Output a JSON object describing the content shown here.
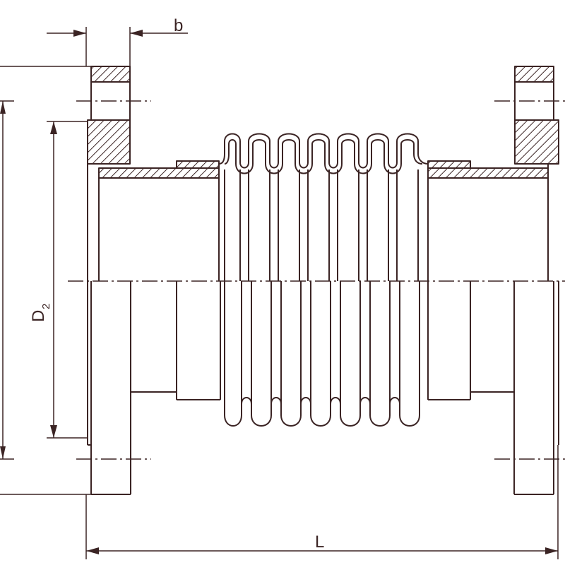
{
  "drawing": {
    "line_color": "#3b2424",
    "background": "#ffffff",
    "hatch_color": "#3b2424"
  },
  "labels": {
    "flange_thickness": "b",
    "diameter_main": "D",
    "diameter_subscript": "2",
    "overall_length": "L"
  }
}
